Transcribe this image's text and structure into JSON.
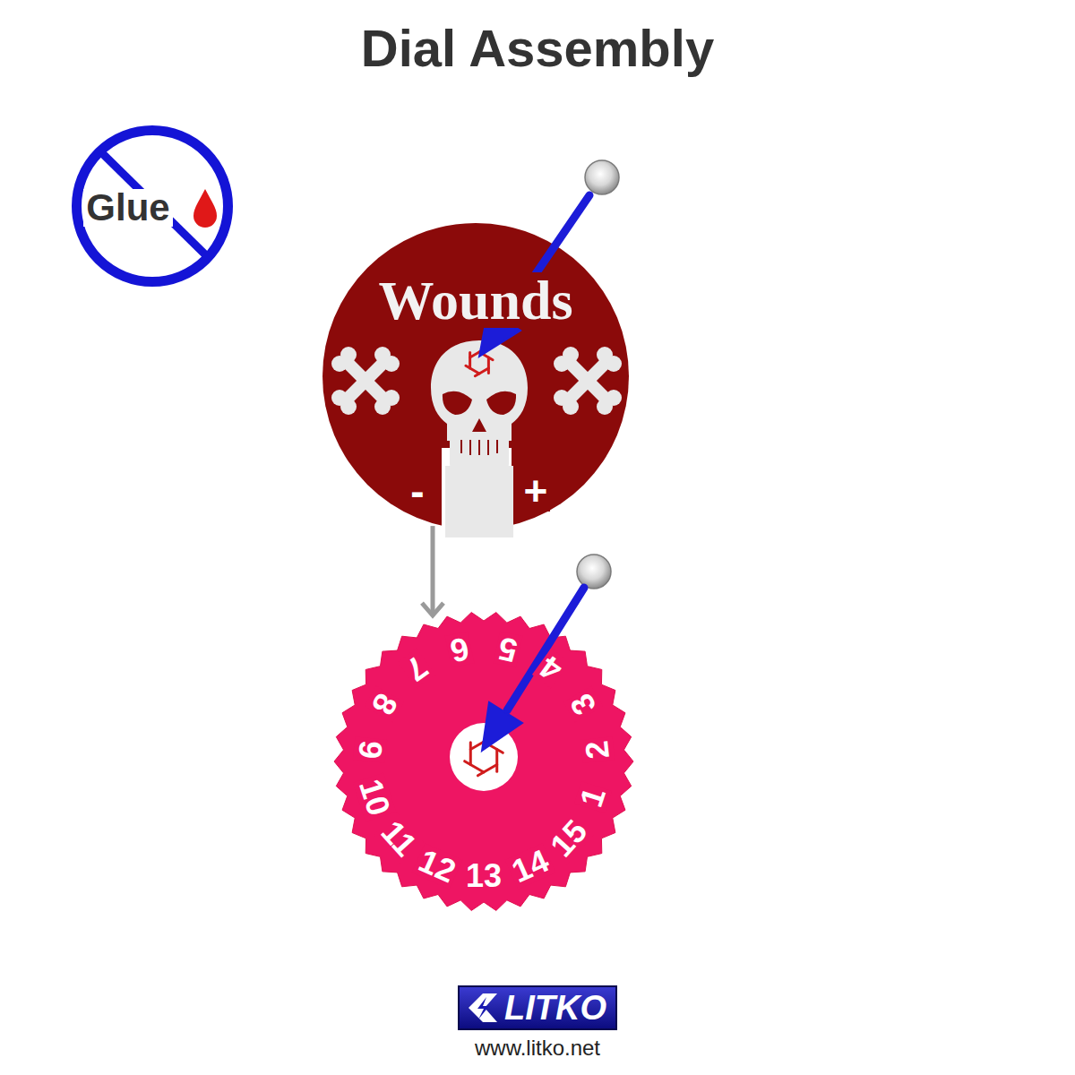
{
  "diagram": {
    "title": "Dial Assembly",
    "nodes": [
      {
        "text": [
          "Glue"
        ]
      },
      {
        "text": [
          "Wounds",
          "-",
          "+"
        ]
      },
      {
        "text": [
          "1",
          "2",
          "3",
          "4",
          "5",
          "6",
          "7",
          "8",
          "9",
          "10",
          "11",
          "12",
          "13",
          "14",
          "15"
        ]
      },
      {
        "text": [
          "LITKO"
        ]
      }
    ],
    "edges": [
      {
        "from": 1,
        "to": 2,
        "arrow": "to"
      }
    ],
    "labels": [
      "www.litko.net"
    ]
  }
}
